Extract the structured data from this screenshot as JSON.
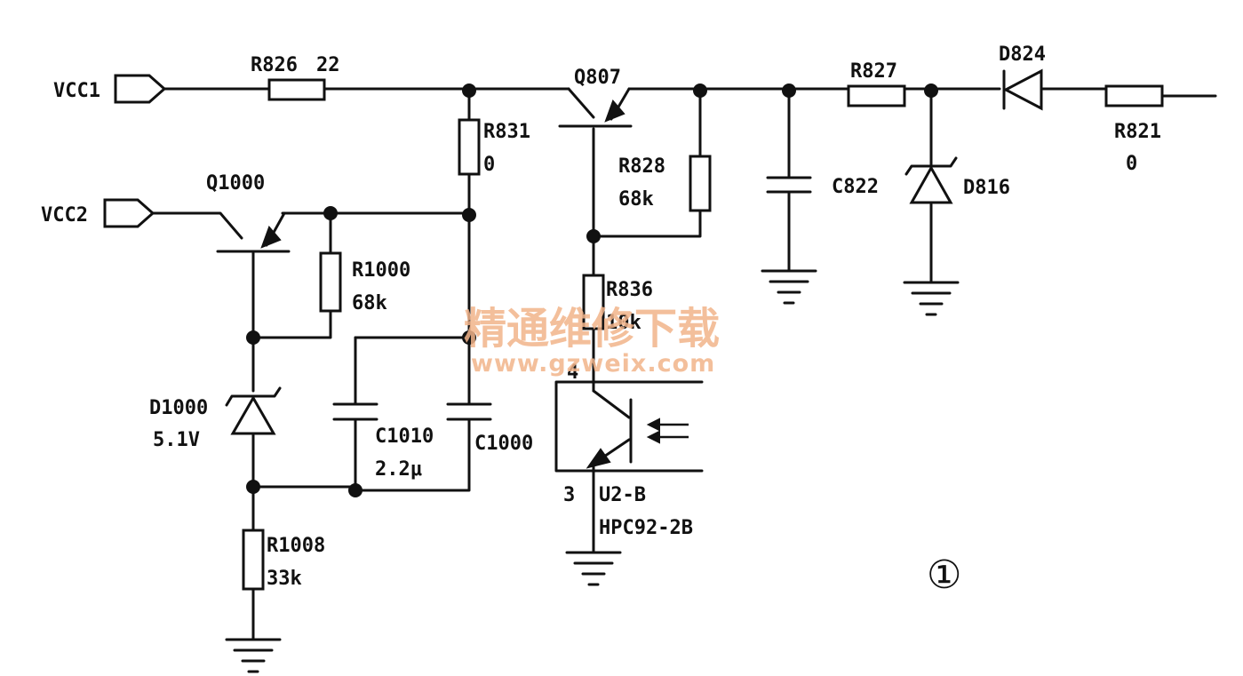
{
  "ports": {
    "vcc1": "VCC1",
    "vcc2": "VCC2"
  },
  "components": {
    "r826": {
      "ref": "R826",
      "value": "22"
    },
    "r831": {
      "ref": "R831",
      "value": "0"
    },
    "q807": {
      "ref": "Q807"
    },
    "r828": {
      "ref": "R828",
      "value": "68k"
    },
    "r827": {
      "ref": "R827"
    },
    "d824": {
      "ref": "D824"
    },
    "r821": {
      "ref": "R821",
      "value": "0"
    },
    "c822": {
      "ref": "C822"
    },
    "d816": {
      "ref": "D816"
    },
    "q1000": {
      "ref": "Q1000"
    },
    "r1000": {
      "ref": "R1000",
      "value": "68k"
    },
    "d1000": {
      "ref": "D1000",
      "value": "5.1V"
    },
    "c1010": {
      "ref": "C1010",
      "value": "2.2μ"
    },
    "c1000": {
      "ref": "C1000"
    },
    "r1008": {
      "ref": "R1008",
      "value": "33k"
    },
    "r836": {
      "ref": "R836",
      "value": "10k"
    },
    "u2b": {
      "ref": "U2-B",
      "part": "HPC92-2B",
      "pin_upper": "4",
      "pin_lower": "3"
    }
  },
  "watermark": {
    "chinese": "精通维修下载",
    "url": "www.gzweix.com"
  },
  "sheet_marker": "①",
  "colors": {
    "ink": "#111111",
    "watermark": "#f2b48a",
    "background": "#ffffff"
  }
}
